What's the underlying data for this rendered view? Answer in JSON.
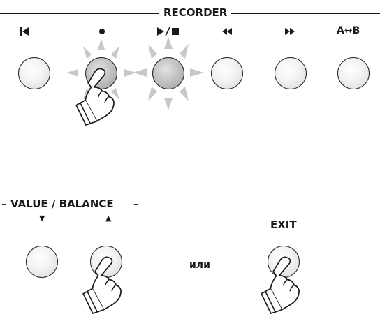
{
  "recorder": {
    "title": "RECORDER",
    "buttons": [
      {
        "icon": "skip-to-start-icon",
        "label": ""
      },
      {
        "icon": "record-dot-icon",
        "label": ""
      },
      {
        "icon": "play-stop-icon",
        "label": ""
      },
      {
        "icon": "rewind-icon",
        "label": ""
      },
      {
        "icon": "fast-forward-icon",
        "label": ""
      },
      {
        "icon": "a-b-repeat-icon",
        "label": "A↔B"
      }
    ]
  },
  "value_balance": {
    "title": "VALUE / BALANCE",
    "down_arrow": "▼",
    "up_arrow": "▲"
  },
  "or_text": "или",
  "exit": {
    "label": "EXIT"
  },
  "colors": {
    "line": "#1a1a1a",
    "glow": "#c8c8c8",
    "button_pressed": "#b5b5b5"
  }
}
